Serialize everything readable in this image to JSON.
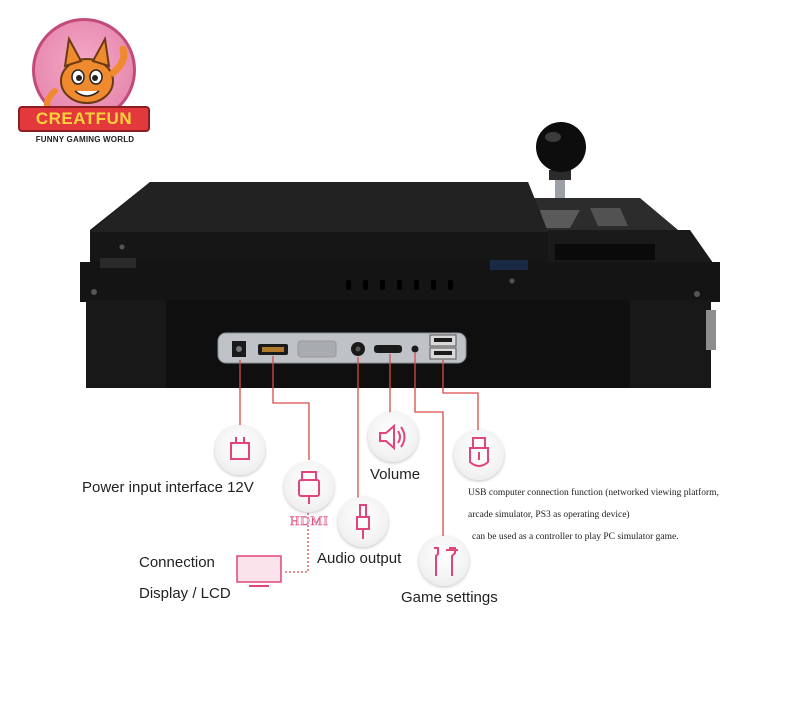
{
  "brand": {
    "name": "CREATFUN",
    "tagline": "FUNNY GAMING WORLD"
  },
  "labels": {
    "power": "Power input interface 12V",
    "hdmi_tag": "HDMI",
    "volume": "Volume",
    "audio": "Audio output",
    "game_settings": "Game settings",
    "connection": "Connection",
    "display": "Display / LCD",
    "usb_line1": "USB computer connection function (networked viewing platform,",
    "usb_line2": "arcade simulator, PS3 as operating device)",
    "usb_line3": "can be used as a controller to play PC simulator game."
  },
  "colors": {
    "accent": "#e0457b",
    "line": "#d94a4a",
    "device": "#121212"
  },
  "icons": [
    "power-plug-icon",
    "hdmi-cable-icon",
    "audio-jack-icon",
    "volume-icon",
    "tools-icon",
    "usb-icon",
    "monitor-icon"
  ]
}
